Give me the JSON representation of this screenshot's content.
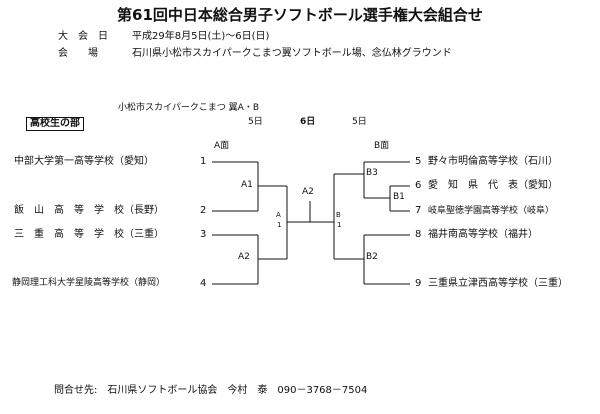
{
  "header": {
    "title": "第61回中日本総合男子ソフトボール選手権大会組合せ",
    "date_label": "大　会　日",
    "date_value": "平成29年8月5日(土)～6日(日)",
    "venue_label": "会　　場",
    "venue_value": "石川県小松市スカイパークこまつ翼ソフトボール場、念仏林グラウンド"
  },
  "bracket": {
    "section_label": "高校生の部",
    "field_label": "小松市スカイパークこまつ 翼A・B",
    "day_left": "5日",
    "day_center": "6日",
    "day_right": "5日",
    "field_left": "A面",
    "field_right": "B面",
    "left_teams": [
      {
        "name": "中部大学第一高等学校（愛知）",
        "seed": "1"
      },
      {
        "name": "飯　山　高　等　学　校（長野）",
        "seed": "2"
      },
      {
        "name": "三　重　高　等　学　校（三重）",
        "seed": "3"
      },
      {
        "name": "静岡理工科大学星陵高等学校（静岡）",
        "seed": "4"
      }
    ],
    "right_teams": [
      {
        "seed": "5",
        "name": "野々市明倫高等学校（石川）"
      },
      {
        "seed": "6",
        "name": "愛　知　県　代　表（愛知）"
      },
      {
        "seed": "7",
        "name": "岐阜聖徳学園高等学校（岐阜）"
      },
      {
        "seed": "8",
        "name": "福井南高等学校（福井）"
      },
      {
        "seed": "9",
        "name": "三重県立津西高等学校（三重）"
      }
    ],
    "games": {
      "a1": "A1",
      "a2_left": "A2",
      "a2_final": "A2",
      "b1": "B1",
      "b2": "B2",
      "b3": "B3",
      "semi_left_top": "A",
      "semi_left_bottom": "1",
      "semi_right_top": "B",
      "semi_right_bottom": "1"
    }
  },
  "footer": {
    "contact": "問合せ先:　石川県ソフトボール協会　今村　泰　090－3768－7504"
  }
}
